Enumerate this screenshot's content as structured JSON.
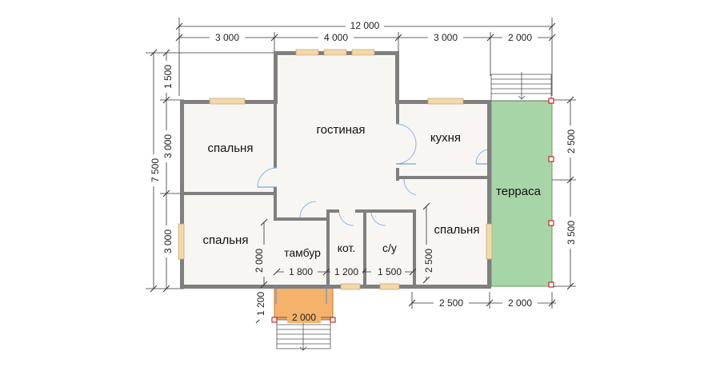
{
  "rooms": {
    "bedroom_top_left": "спальня",
    "bedroom_bottom_left": "спальня",
    "living": "гостиная",
    "kitchen": "кухня",
    "bedroom_right": "спальня",
    "terrace": "терраса",
    "vestibule": "тамбур",
    "boiler": "кот.",
    "bathroom": "с/у"
  },
  "dimensions": {
    "total_width": "12 000",
    "top_segments": [
      "3 000",
      "4 000",
      "3 000",
      "2 000"
    ],
    "left_total": "7 500",
    "left_top": "1 500",
    "left_mid": "3 000",
    "left_bottom": "3 000",
    "right_top": "2 500",
    "right_bottom": "3 500",
    "inner_left_2000": "2 000",
    "inner_right_2500": "2 500",
    "inner_1800": "1 800",
    "inner_1200": "1 200",
    "inner_1500": "1 500",
    "bottom_2500": "2 500",
    "bottom_2000": "2 000",
    "porch_height": "1 200",
    "porch_width": "2 000"
  },
  "colors": {
    "wall": "#7f7f7f",
    "terrace": "#a8d5a8",
    "porch": "#f5b26b",
    "window": "#f3d9a8",
    "door": "#8fb5e0"
  }
}
